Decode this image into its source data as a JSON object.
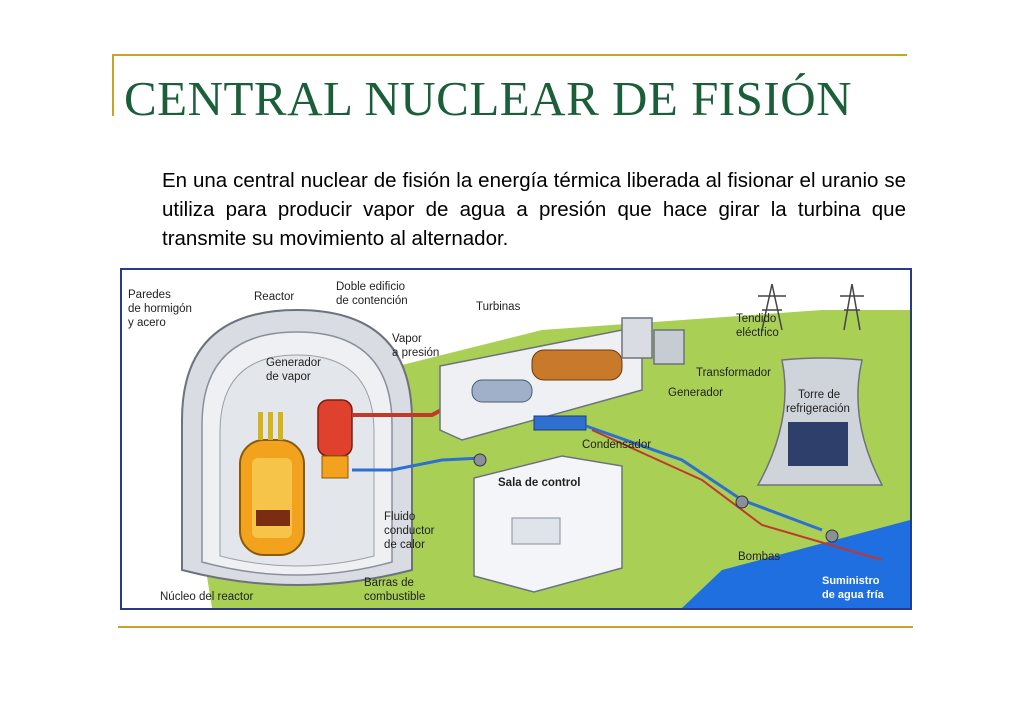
{
  "slide": {
    "title": "CENTRAL NUCLEAR DE FISIÓN",
    "body": "En una central nuclear de fisión la energía térmica liberada al fisionar el uranio se utiliza para producir vapor de agua a presión que hace girar la turbina que transmite su movimiento al alternador."
  },
  "diagram": {
    "labels": {
      "paredes_1": "Paredes",
      "paredes_2": "de hormigón",
      "paredes_3": "y acero",
      "reactor": "Reactor",
      "doble_1": "Doble edificio",
      "doble_2": "de contención",
      "turbinas": "Turbinas",
      "vapor_1": "Vapor",
      "vapor_2": "a presión",
      "generador_vapor_1": "Generador",
      "generador_vapor_2": "de vapor",
      "tendido_1": "Tendido",
      "tendido_2": "eléctrico",
      "transformador": "Transformador",
      "generador": "Generador",
      "torre_1": "Torre de",
      "torre_2": "refrigeración",
      "condensador": "Condensador",
      "sala_control": "Sala de control",
      "fluido_1": "Fluido",
      "fluido_2": "conductor",
      "fluido_3": "de calor",
      "barras_1": "Barras de",
      "barras_2": "combustible",
      "nucleo": "Núcleo del reactor",
      "bombas": "Bombas",
      "suministro_1": "Suministro",
      "suministro_2": "de agua fría"
    },
    "colors": {
      "title": "#1b5e3a",
      "rule": "#c9a227",
      "frame": "#2a3a8a",
      "ground": "#a9cf55",
      "steam_pipe": "#c0392b",
      "water_pipe": "#2f6fd0",
      "water": "#1f6fe0"
    }
  }
}
